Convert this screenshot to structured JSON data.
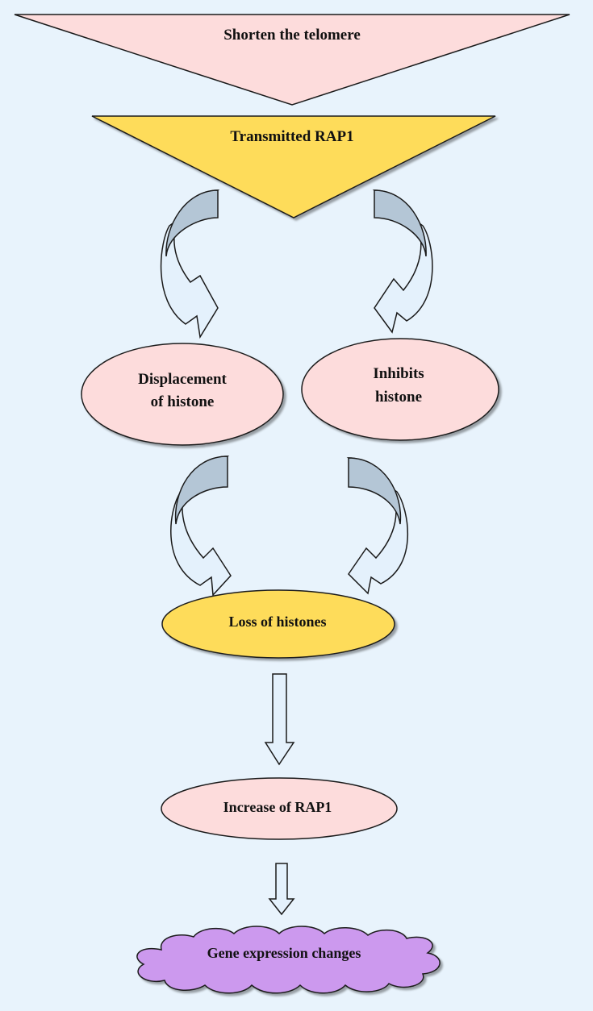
{
  "colors": {
    "background": "#e8f3fc",
    "pink": "#fddcdc",
    "yellow": "#fedc5a",
    "purple": "#cc99ee",
    "arrow_dark": "#b4c6d6",
    "arrow_light": "#e4f1fc",
    "outline": "#1a1a1a"
  },
  "nodes": {
    "shorten": {
      "label": "Shorten the telomere",
      "shape": "inverted-triangle",
      "color": "pink"
    },
    "transmitted": {
      "label": "Transmitted RAP1",
      "shape": "inverted-triangle",
      "color": "yellow"
    },
    "displacement": {
      "line1": "Displacement",
      "line2": "of histone",
      "shape": "ellipse",
      "color": "pink"
    },
    "inhibits": {
      "line1": "Inhibits",
      "line2": "histone",
      "shape": "ellipse",
      "color": "pink"
    },
    "loss": {
      "label": "Loss of histones",
      "shape": "ellipse",
      "color": "yellow"
    },
    "increase": {
      "label": "Increase of RAP1",
      "shape": "ellipse",
      "color": "pink"
    },
    "gene": {
      "label": "Gene expression changes",
      "shape": "cloud",
      "color": "purple"
    }
  },
  "edges": [
    {
      "from": "transmitted",
      "to": "displacement",
      "style": "curved-arrow"
    },
    {
      "from": "transmitted",
      "to": "inhibits",
      "style": "curved-arrow"
    },
    {
      "from": "displacement",
      "to": "loss",
      "style": "curved-arrow"
    },
    {
      "from": "inhibits",
      "to": "loss",
      "style": "curved-arrow"
    },
    {
      "from": "loss",
      "to": "increase",
      "style": "block-arrow"
    },
    {
      "from": "increase",
      "to": "gene",
      "style": "block-arrow"
    }
  ]
}
